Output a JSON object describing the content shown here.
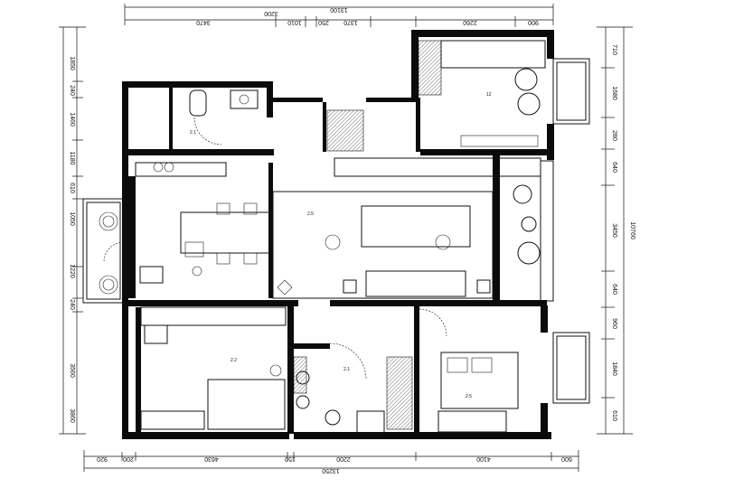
{
  "dimensions": {
    "top": [
      "13100",
      "3470",
      "3200",
      "1010",
      "250",
      "1370",
      "2260",
      "900"
    ],
    "bottom": [
      "13250",
      "920",
      "200",
      "4630",
      "150",
      "2200",
      "4100",
      "600"
    ],
    "left": [
      "1850",
      "240",
      "1460",
      "1180",
      "610",
      "1050",
      "3560",
      "1220",
      "240",
      "3860"
    ],
    "right": [
      "710",
      "1680",
      "280",
      "640",
      "3450",
      "10760",
      "640",
      "960",
      "1840",
      "610"
    ]
  },
  "rooms": {
    "master_bedroom": "12",
    "living_room": "2.5",
    "bedroom_sw": "2.2",
    "bathroom": "2.1",
    "bedroom_se": "2.5",
    "entry": "2.1"
  }
}
